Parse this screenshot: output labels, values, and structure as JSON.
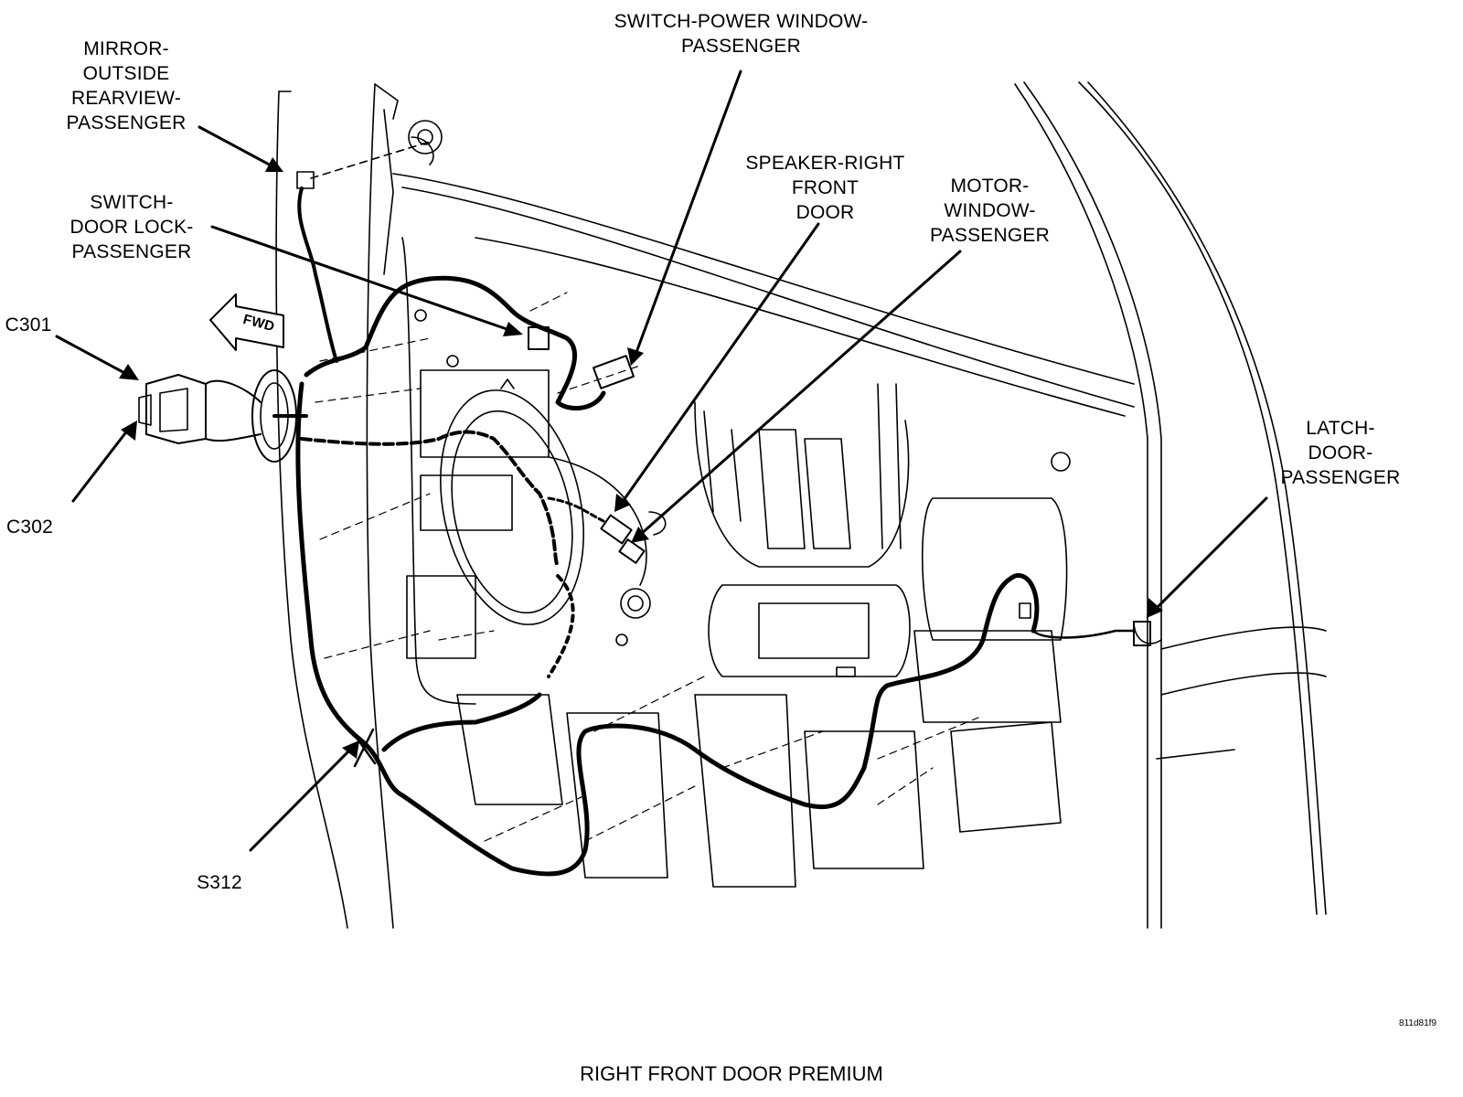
{
  "labels": {
    "mirror": "MIRROR-\nOUTSIDE\nREARVIEW-\nPASSENGER",
    "switch_power_window": "SWITCH-POWER WINDOW-\nPASSENGER",
    "speaker": "SPEAKER-RIGHT\nFRONT\nDOOR",
    "motor_window": "MOTOR-\nWINDOW-\nPASSENGER",
    "switch_door_lock": "SWITCH-\nDOOR LOCK-\nPASSENGER",
    "c301": "C301",
    "c302": "C302",
    "latch": "LATCH-\nDOOR-\nPASSENGER",
    "s312": "S312",
    "fwd": "FWD"
  },
  "image_code": "811d81f9",
  "caption": "RIGHT FRONT DOOR PREMIUM"
}
